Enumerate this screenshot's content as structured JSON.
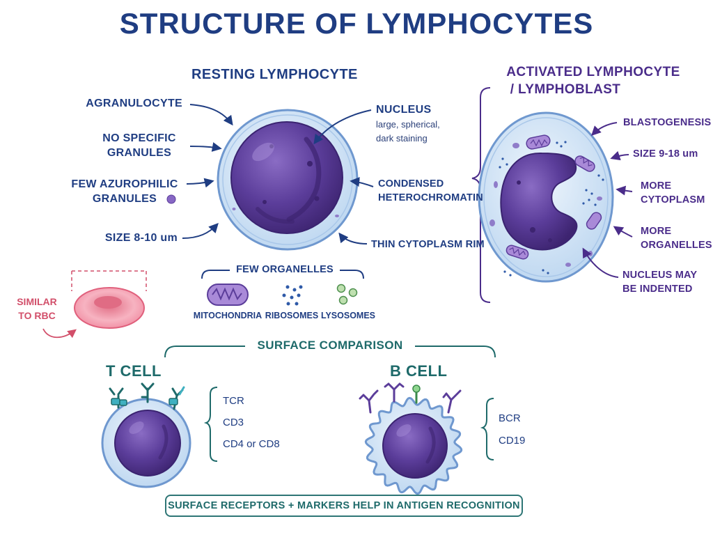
{
  "title": "STRUCTURE OF LYMPHOCYTES",
  "resting": {
    "heading": "RESTING LYMPHOCYTE",
    "labels": {
      "agranulocyte": "AGRANULOCYTE",
      "no_specific_1": "NO SPECIFIC",
      "no_specific_2": "GRANULES",
      "few_azurophilic_1": "FEW AZUROPHILIC",
      "few_azurophilic_2": "GRANULES",
      "size": "SIZE 8-10 um",
      "nucleus": "NUCLEUS",
      "nucleus_desc_1": "large, spherical,",
      "nucleus_desc_2": "dark staining",
      "condensed_1": "CONDENSED",
      "condensed_2": "HETEROCHROMATIN",
      "thin_rim": "THIN CYTOPLASM RIM"
    }
  },
  "organelles": {
    "heading": "FEW ORGANELLES",
    "items": [
      "MITOCHONDRIA",
      "RIBOSOMES",
      "LYSOSOMES"
    ]
  },
  "rbc": {
    "label_1": "SIMILAR",
    "label_2": "TO RBC"
  },
  "activated": {
    "heading_1": "ACTIVATED LYMPHOCYTE",
    "heading_2": "/ LYMPHOBLAST",
    "labels": {
      "blastogenesis": "BLASTOGENESIS",
      "size": "SIZE 9-18 um",
      "more_cytoplasm_1": "MORE",
      "more_cytoplasm_2": "CYTOPLASM",
      "more_organelles_1": "MORE",
      "more_organelles_2": "ORGANELLES",
      "indented_1": "NUCLEUS MAY",
      "indented_2": "BE INDENTED"
    }
  },
  "surface": {
    "heading": "SURFACE COMPARISON",
    "t_cell": {
      "title": "T CELL",
      "markers": [
        "TCR",
        "CD3",
        "CD4 or CD8"
      ]
    },
    "b_cell": {
      "title": "B CELL",
      "markers": [
        "BCR",
        "CD19"
      ]
    }
  },
  "footer": "SURFACE RECEPTORS + MARKERS  HELP IN ANTIGEN RECOGNITION",
  "colors": {
    "navy": "#1f3d82",
    "purple": "#4a2c8a",
    "teal": "#1e6a6a",
    "pink": "#d24f6a",
    "nucleus": "#5b3d9a",
    "cytoplasm": "#cfe2f5"
  }
}
